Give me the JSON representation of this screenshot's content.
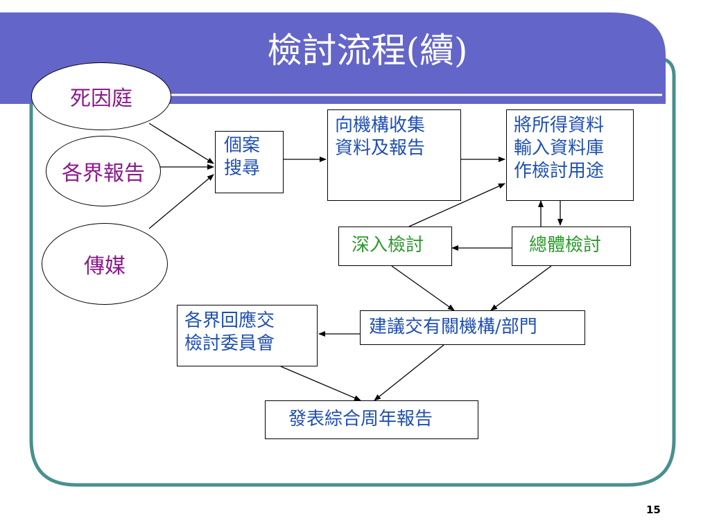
{
  "slide": {
    "title": "檢討流程(續)",
    "page_number": "15",
    "colors": {
      "banner": "#6365c8",
      "frame_border": "#4a8f8f",
      "source_text": "#8b1a8b",
      "box_text": "#1f4fb3",
      "review_text": "#2a9a2a"
    }
  },
  "sources": {
    "coroner": "死因庭",
    "sectors": "各界報告",
    "media": "傳媒"
  },
  "steps": {
    "case_search": "個案\n搜尋",
    "collect": "向機構收集\n資料及報告",
    "database": "將所得資料\n輸入資料庫\n作檢討用途",
    "in_depth_review": "深入檢討",
    "overall_review": "總體檢討",
    "recommend": "建議交有關機構/部門",
    "sector_response": "各界回應交\n檢討委員會",
    "annual_report": "發表綜合周年報告"
  }
}
